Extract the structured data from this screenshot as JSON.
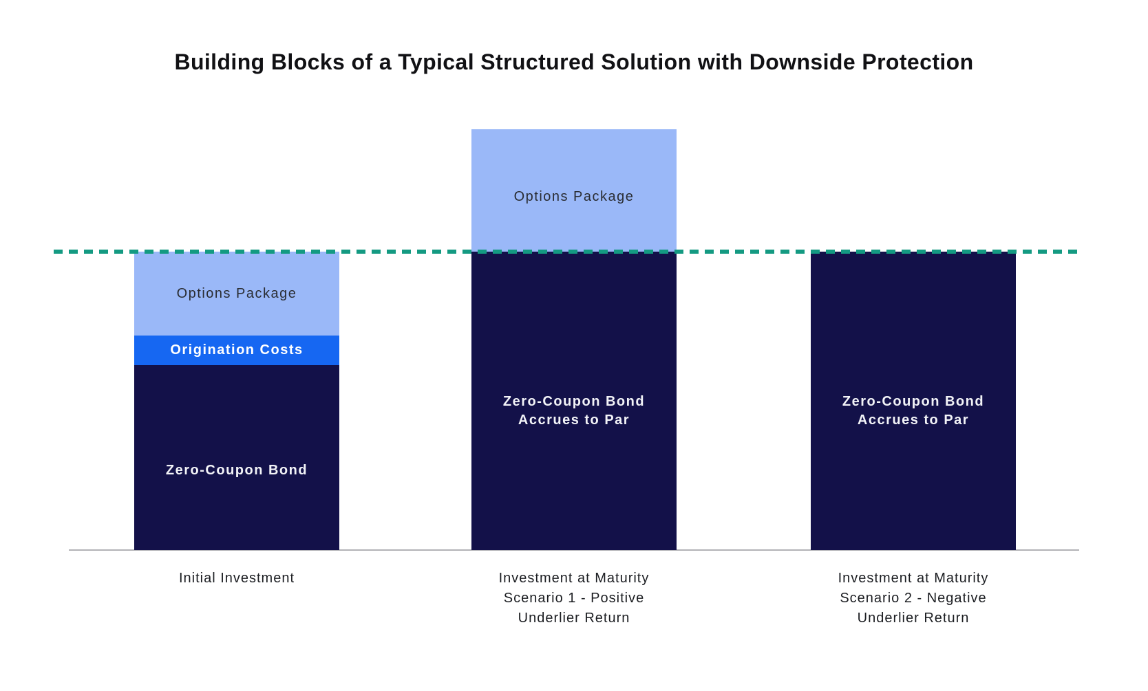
{
  "page": {
    "background": "#ffffff"
  },
  "chart_data": {
    "type": "bar",
    "stacked": true,
    "title": "Building Blocks of a Typical Structured Solution with Downside Protection",
    "value_basis": "Initial investment normalized to 100 (par level at dashed line)",
    "categories": [
      "Initial Investment",
      "Investment at Maturity\nScenario 1 - Positive\nUnderlier Return",
      "Investment at Maturity\nScenario 2 - Negative\nUnderlier Return"
    ],
    "series": [
      {
        "name": "Zero-Coupon Bond",
        "color": "#131149",
        "values": [
          62,
          100,
          100
        ]
      },
      {
        "name": "Origination Costs",
        "color": "#1667f2",
        "values": [
          10,
          0,
          0
        ]
      },
      {
        "name": "Options Package",
        "color": "#9ab8f8",
        "values": [
          28,
          41,
          0
        ]
      }
    ],
    "bars": [
      {
        "category": "Initial Investment",
        "segments": [
          {
            "series": "Zero-Coupon Bond",
            "label": "Zero-Coupon Bond",
            "value": 62,
            "color": "#131149",
            "text_color": "#f2f3f7"
          },
          {
            "series": "Origination Costs",
            "label": "Origination Costs",
            "value": 10,
            "color": "#1667f2",
            "text_color": "#ffffff"
          },
          {
            "series": "Options Package",
            "label": "Options Package",
            "value": 28,
            "color": "#9ab8f8",
            "text_color": "#2a2d33"
          }
        ]
      },
      {
        "category": "Investment at Maturity Scenario 1 - Positive Underlier Return",
        "segments": [
          {
            "series": "Zero-Coupon Bond",
            "label": "Zero-Coupon Bond\nAccrues to Par",
            "value": 100,
            "color": "#131149",
            "text_color": "#f2f3f7"
          },
          {
            "series": "Options Package",
            "label": "Options Package",
            "value": 41,
            "color": "#9ab8f8",
            "text_color": "#2a2d33"
          }
        ]
      },
      {
        "category": "Investment at Maturity Scenario 2 - Negative Underlier Return",
        "segments": [
          {
            "series": "Zero-Coupon Bond",
            "label": "Zero-Coupon Bond\nAccrues to Par",
            "value": 100,
            "color": "#131149",
            "text_color": "#f2f3f7"
          }
        ]
      }
    ],
    "reference_line": {
      "value": 100,
      "style": "dashed",
      "color": "#149a82"
    },
    "ylim": [
      0,
      145
    ],
    "grid": false,
    "legend": false,
    "axis_line_color": "#b2b2b6",
    "label_color": "#1b1d21",
    "title_color": "#111114"
  }
}
